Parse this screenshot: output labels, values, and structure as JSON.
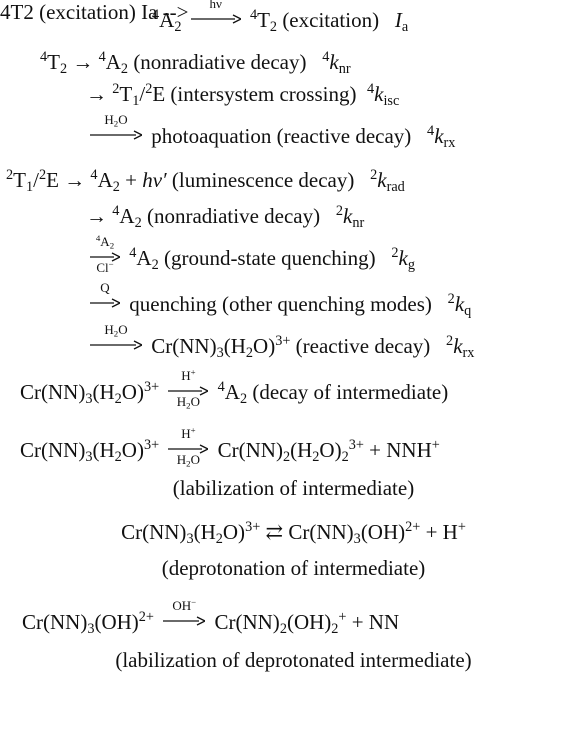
{
  "labels": {
    "A2": "A",
    "T2": "T",
    "T1": "T",
    "E": "E",
    "n4": "4",
    "n2": "2",
    "two": "2",
    "one": "1",
    "three": "3",
    "slash": "/",
    "hv": "hν",
    "h2o": "H2O",
    "hplus": "H+",
    "clminus": "Cl−",
    "q": "Q",
    "ohminus": "OH−"
  },
  "lines": [
    {
      "desc": "(excitation)",
      "rate": "I",
      "rate_sub": "a"
    },
    {
      "desc": "(nonradiative decay)",
      "rate": "k",
      "rate_sub": "nr"
    },
    {
      "desc": "(intersystem crossing)",
      "rate": "k",
      "rate_sub": "isc"
    },
    {
      "desc": "photoaquation (reactive decay)",
      "rate": "k",
      "rate_sub": "rx"
    },
    {
      "desc": "(luminescence decay)",
      "rate": "k",
      "rate_sub": "rad"
    },
    {
      "desc": "(nonradiative decay)",
      "rate": "k",
      "rate_sub": "nr"
    },
    {
      "desc": "(ground-state quenching)",
      "rate": "k",
      "rate_sub": "g"
    },
    {
      "desc": "quenching (other quenching modes)",
      "rate": "k",
      "rate_sub": "q"
    },
    {
      "desc": "(reactive decay)",
      "rate": "k",
      "rate_sub": "rx"
    },
    {
      "desc": "(decay of intermediate)"
    },
    {
      "desc": "(labilization of intermediate)"
    },
    {
      "desc": "(deprotonation of intermediate)"
    },
    {
      "desc": "(labilization of deprotonated intermediate)"
    }
  ],
  "species": {
    "cr_nn": "Cr(NN)",
    "h2o_group": "(H2O)",
    "oh_group": "(OH)",
    "nnh": "NNH",
    "nn": "NN",
    "hv_prime": "hν′",
    "plus": "+",
    "charge_3p": "3+",
    "charge_2p": "2+",
    "charge_p": "+"
  }
}
